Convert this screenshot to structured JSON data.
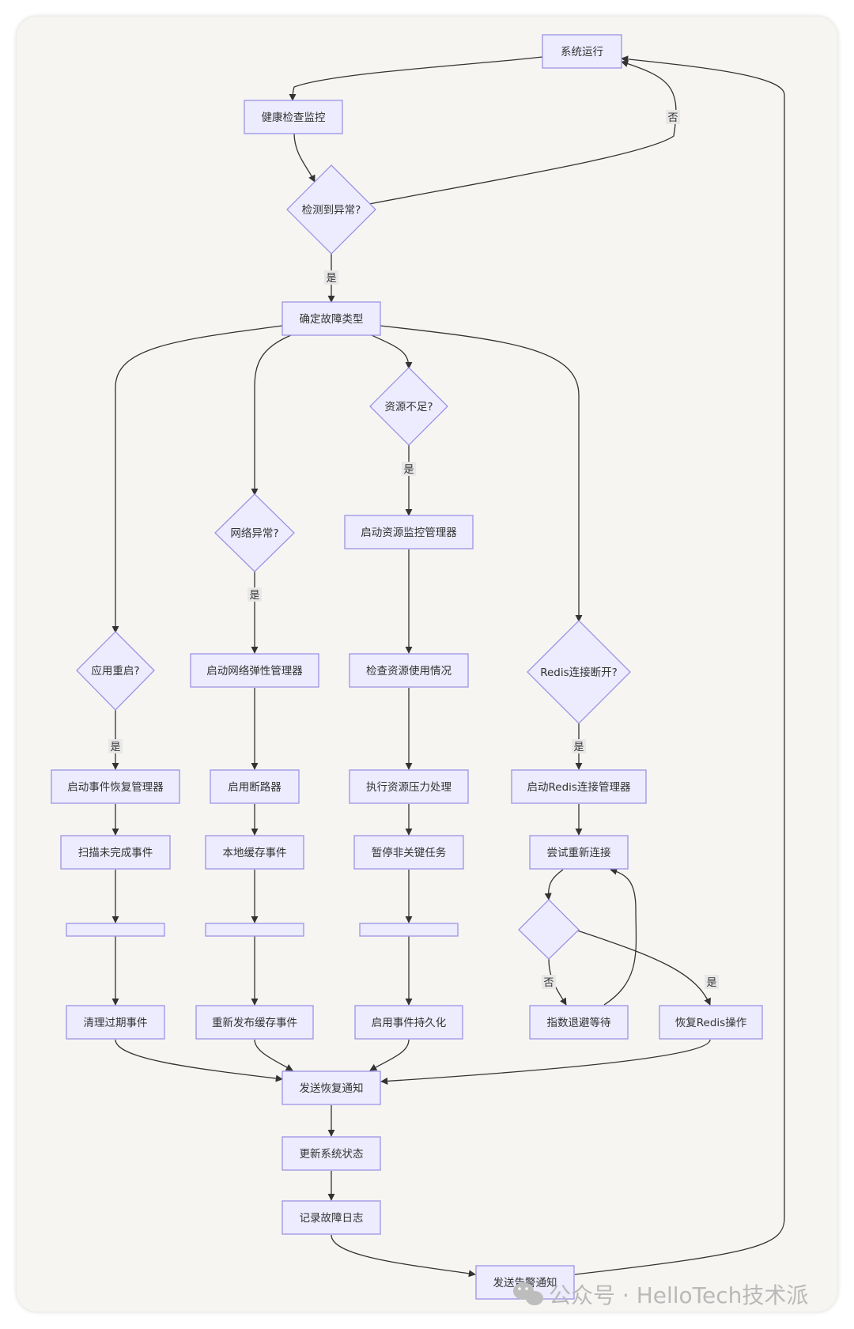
{
  "nodes": {
    "sys_run": "系统运行",
    "health": "健康检查监控",
    "detect": "检测到异常?",
    "fault_type": "确定故障类型",
    "resource_q": "资源不足?",
    "network_q": "网络异常?",
    "restart_q": "应用重启?",
    "redis_q": "Redis连接断开?",
    "res_mgr": "启动资源监控管理器",
    "net_mgr": "启动网络弹性管理器",
    "check_res": "检查资源使用情况",
    "exec_pressure": "执行资源压力处理",
    "pause_tasks": "暂停非关键任务",
    "evt_mgr": "启动事件恢复管理器",
    "scan_events": "扫描未完成事件",
    "breaker": "启用断路器",
    "local_cache": "本地缓存事件",
    "redis_mgr": "启动Redis连接管理器",
    "reconnect": "尝试重新连接",
    "backoff": "指数退避等待",
    "restore_redis": "恢复Redis操作",
    "clean_events": "清理过期事件",
    "republish": "重新发布缓存事件",
    "persist": "启用事件持久化",
    "send_recovery": "发送恢复通知",
    "update_status": "更新系统状态",
    "log_fault": "记录故障日志",
    "send_alert": "发送告警通知"
  },
  "edge_labels": {
    "no": "否",
    "yes": "是"
  },
  "watermark": {
    "icon": "wechat-icon",
    "text": "公众号 · HelloTech技术派"
  },
  "colors": {
    "node_fill": "#ececfe",
    "node_stroke": "#9d93e4",
    "edge": "#333333",
    "label_bg": "#e8e8e8",
    "card_bg": "#f6f5f2"
  }
}
